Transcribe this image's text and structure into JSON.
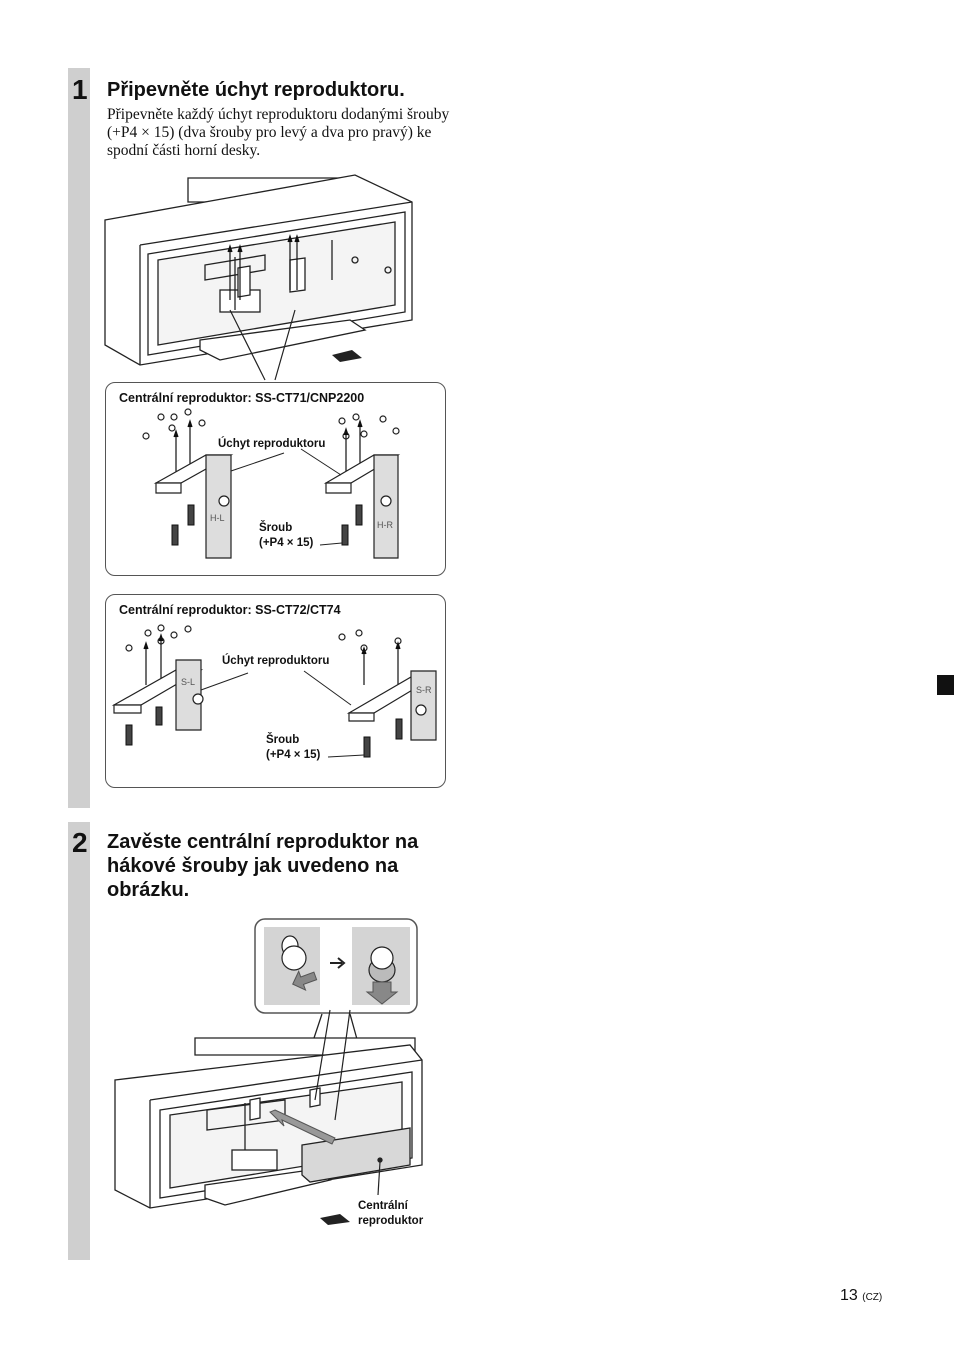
{
  "steps": [
    {
      "number": "1",
      "title": "Připevněte úchyt reproduktoru.",
      "text": "Připevněte každý úchyt reproduktoru dodanými šrouby (+P4 × 15) (dva šrouby pro levý a dva pro pravý) ke spodní části horní desky."
    },
    {
      "number": "2",
      "title_lines": [
        "Zavěste centrální reproduktor na",
        "hákové šrouby jak uvedeno na",
        "obrázku."
      ]
    }
  ],
  "panels": [
    {
      "title": "Centrální reproduktor: SS-CT71/CNP2200",
      "bracket_label": "Úchyt reproduktoru",
      "screw_label_1": "Šroub",
      "screw_label_2": "(+P4 × 15)",
      "left_mark": "H-L",
      "right_mark": "H-R"
    },
    {
      "title": "Centrální reproduktor: SS-CT72/CT74",
      "bracket_label": "Úchyt reproduktoru",
      "screw_label_1": "Šroub",
      "screw_label_2": "(+P4 × 15)",
      "left_mark": "S-L",
      "right_mark": "S-R"
    }
  ],
  "figure2": {
    "speaker_label_1": "Centrální",
    "speaker_label_2": "reproduktor"
  },
  "footer": {
    "page_number": "13",
    "lang": "(CZ)"
  }
}
